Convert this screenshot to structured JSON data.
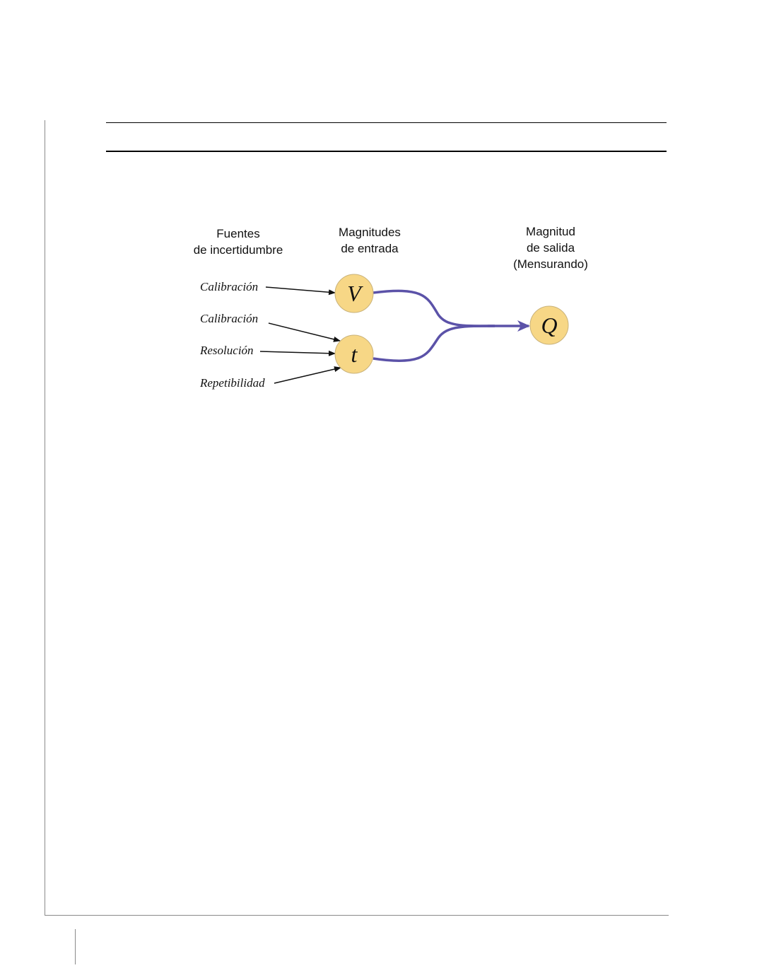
{
  "diagram": {
    "headers": {
      "sources": [
        "Fuentes",
        "de incertidumbre"
      ],
      "inputs": [
        "Magnitudes",
        "de entrada"
      ],
      "output": [
        "Magnitud",
        "de salida",
        "(Mensurando)"
      ]
    },
    "sources": [
      "Calibración",
      "Calibración",
      "Resolución",
      "Repetibilidad"
    ],
    "nodes": {
      "input1": "V",
      "input2": "t",
      "output": "Q"
    },
    "colors": {
      "node_fill": "#f7d786",
      "node_stroke": "#c9b27a",
      "flow": "#5b52a8",
      "text": "#111111"
    }
  }
}
